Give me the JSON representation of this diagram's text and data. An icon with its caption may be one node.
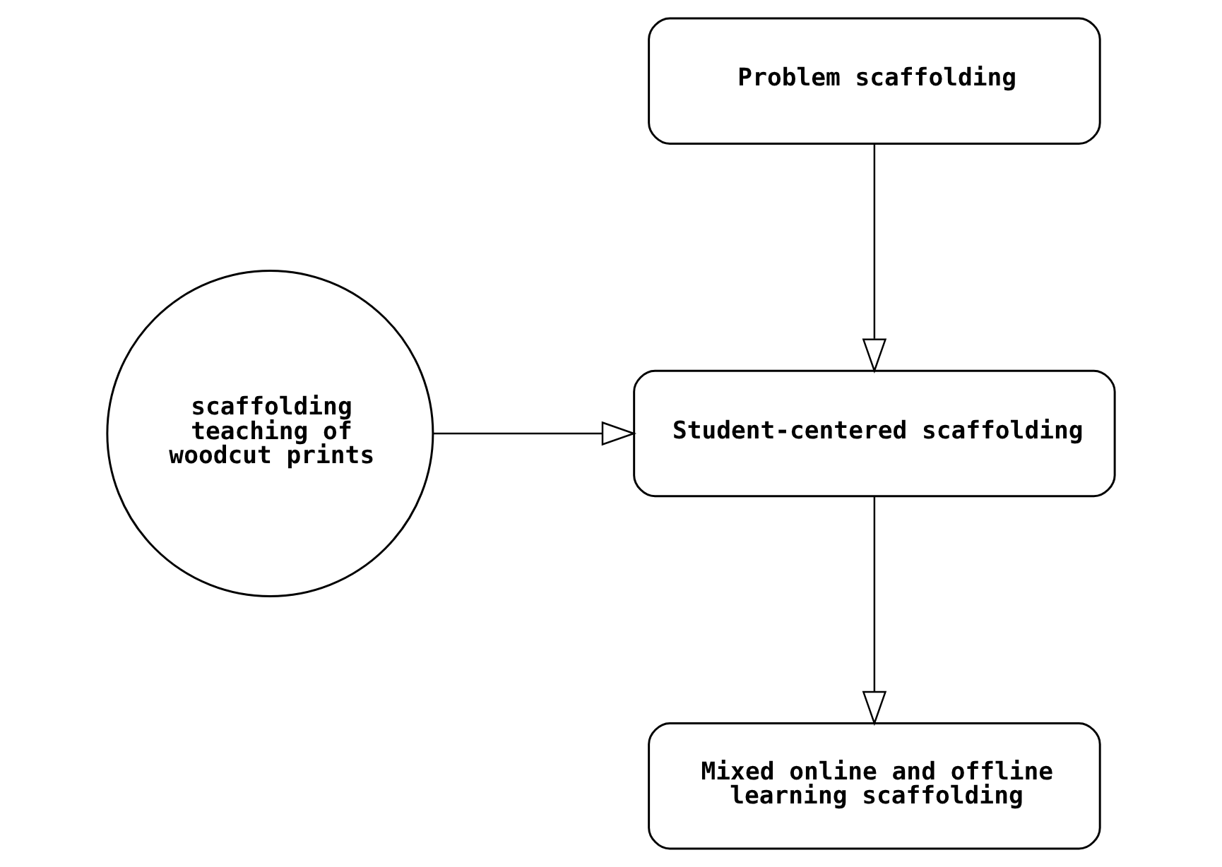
{
  "diagram": {
    "nodes": [
      {
        "text": [
          "scaffolding teaching of woodcut prints"
        ]
      },
      {
        "text": [
          "Problem scaffolding"
        ]
      },
      {
        "text": [
          "Student-centered scaffolding"
        ]
      },
      {
        "text": [
          "Mixed online and offline learning scaffolding"
        ]
      }
    ],
    "edges": [
      {
        "from": 0,
        "to": 2,
        "arrow": "to"
      },
      {
        "from": 1,
        "to": 2,
        "arrow": "to"
      },
      {
        "from": 2,
        "to": 3,
        "arrow": "to"
      }
    ]
  }
}
